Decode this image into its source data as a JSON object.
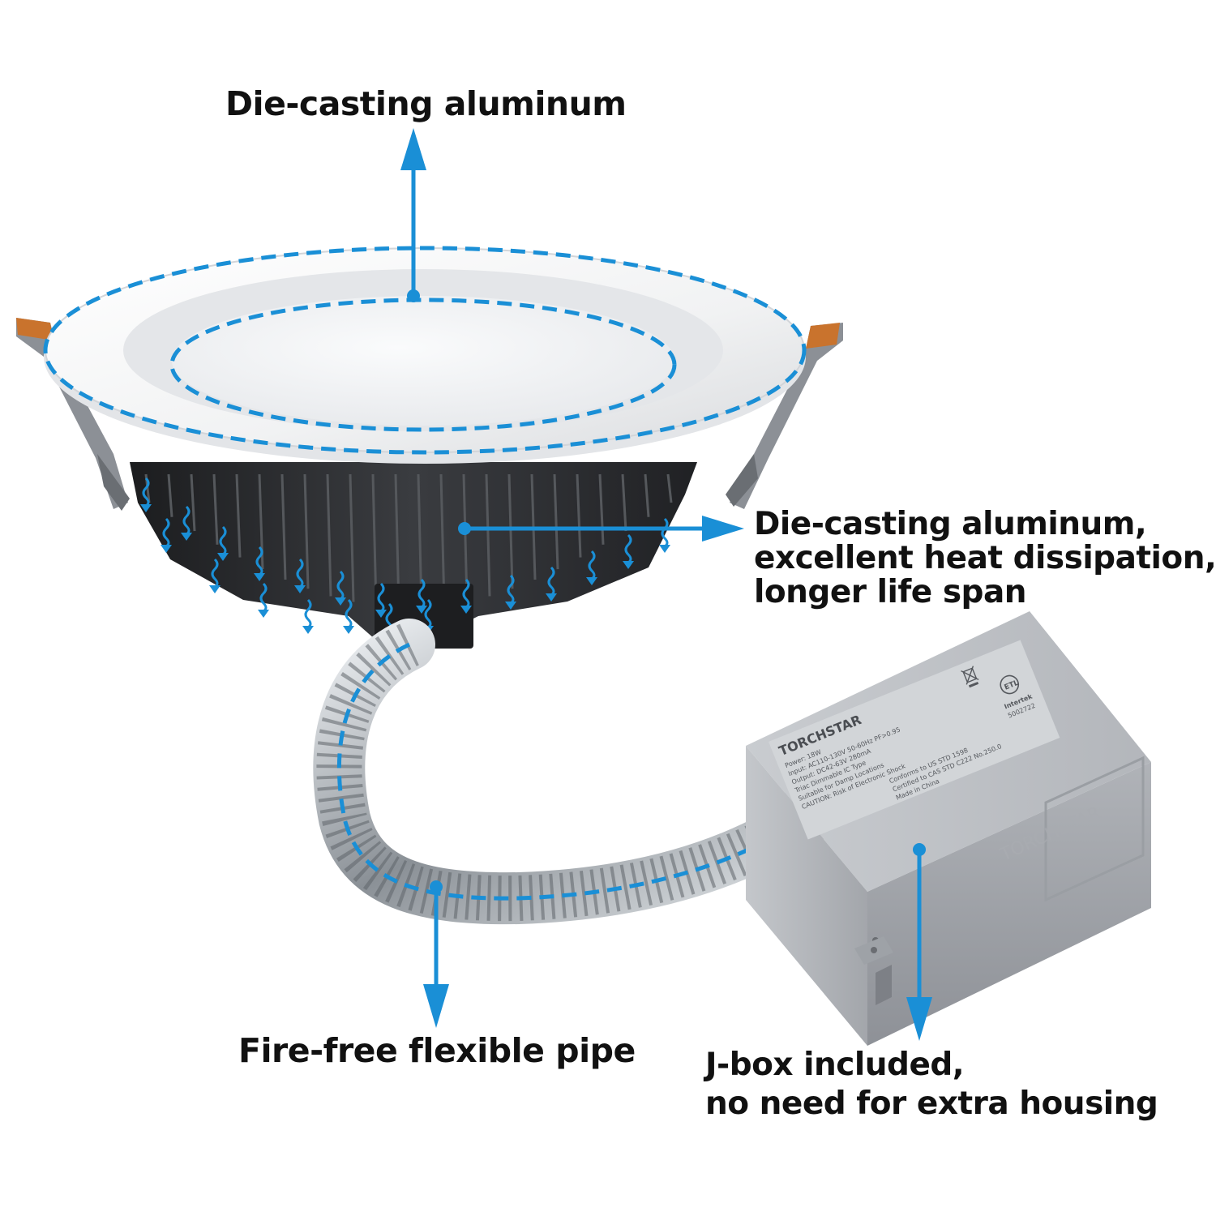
{
  "callouts": {
    "top": "Die-casting aluminum",
    "right": [
      "Die-casting aluminum,",
      "excellent heat dissipation,",
      "longer life span"
    ],
    "pipe": "Fire-free flexible pipe",
    "jbox": [
      "J-box included,",
      "no need for extra housing"
    ]
  },
  "label": {
    "brand": "TORCHSTAR",
    "specs": [
      "Power: 18W",
      "Input: AC110-130V  50-60Hz  PF>0.95",
      "Output: DC42-63V  280mA",
      "Triac Dimmable IC Type",
      "Suitable for Damp Locations",
      "CAUTION: Risk of Electronic Shock"
    ],
    "conformity": [
      "Conforms to US STD 1598",
      "Certified to CAS STD C222 No.250.0",
      "Made in China"
    ],
    "cert": "Intertek",
    "cert_number": "5002722"
  },
  "colors": {
    "accent": "#1a8fd6",
    "text": "#111111"
  },
  "icons": [
    "arrow-up-icon",
    "arrow-right-icon",
    "arrow-down-icon",
    "heat-flow-arrow-icon",
    "weee-bin-icon",
    "etl-mark-icon"
  ]
}
